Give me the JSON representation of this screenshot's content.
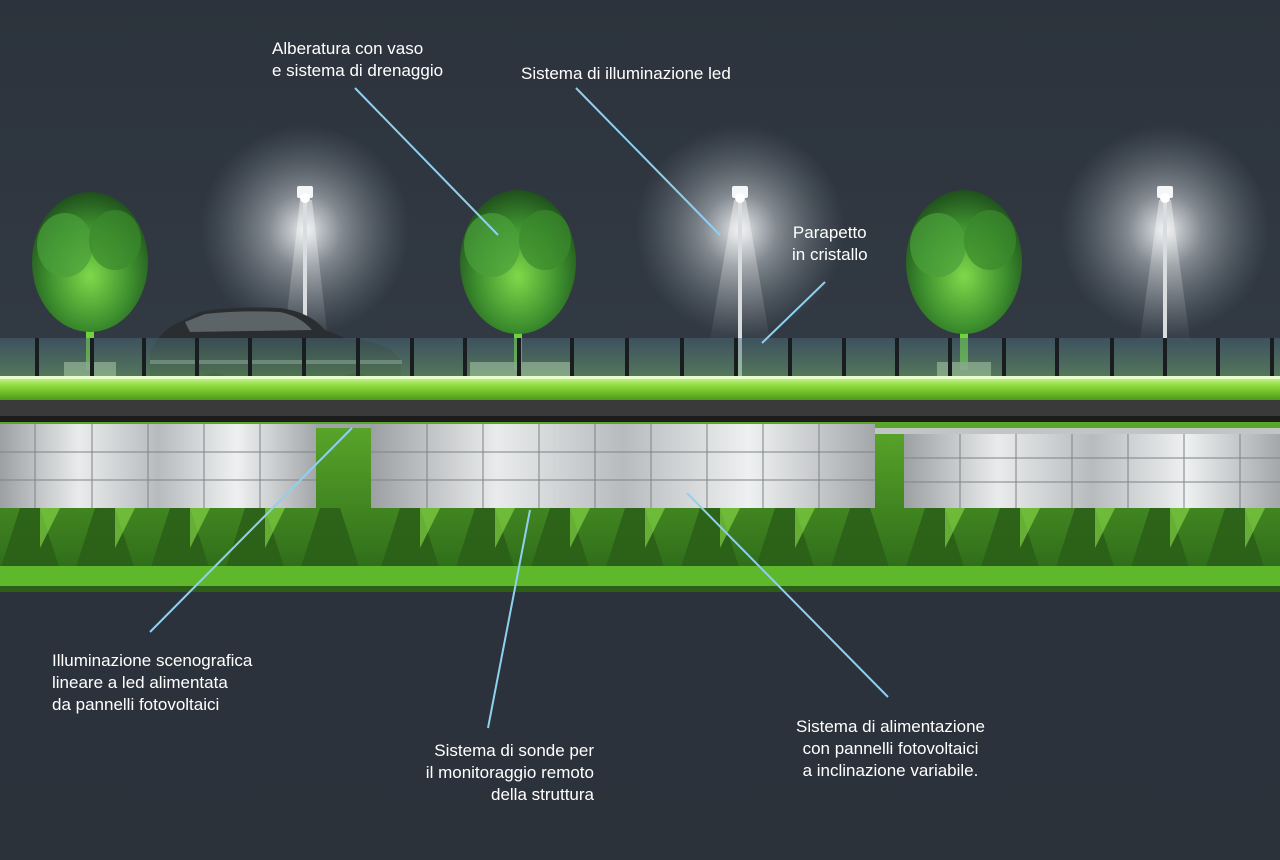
{
  "colors": {
    "sky": "#2e3640",
    "callout_line": "#8fd0f0",
    "led_green": "#7ed321",
    "pv_panel": "#c8cacc",
    "road_dark": "#3a3a3a",
    "tree_green": "#3f8f2f"
  },
  "labels": {
    "alberatura": {
      "lines": [
        "Alberatura con vaso",
        "e sistema di drenaggio"
      ]
    },
    "illuminazione_led": {
      "lines": [
        "Sistema di illuminazione led"
      ]
    },
    "parapetto": {
      "lines": [
        "Parapetto",
        "in cristallo"
      ]
    },
    "scenografica": {
      "lines": [
        "Illuminazione scenografica",
        "lineare a led alimentata",
        "da pannelli fotovoltaici"
      ]
    },
    "sonde": {
      "lines": [
        "Sistema di sonde per",
        "il monitoraggio remoto",
        "della struttura"
      ]
    },
    "alimentazione": {
      "lines": [
        "Sistema di alimentazione",
        "con pannelli fotovoltaici",
        "a inclinazione variabile."
      ]
    }
  }
}
